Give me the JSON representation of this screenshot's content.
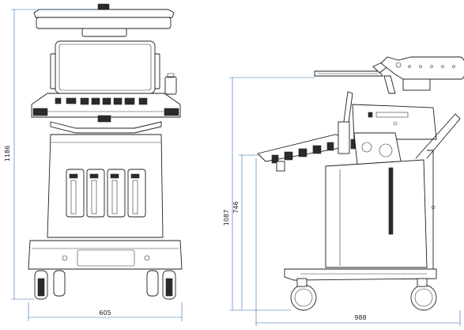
{
  "dimensions": {
    "front_width": "605",
    "front_height": "1186",
    "side_depth": "988",
    "side_height_max": "1087",
    "side_height_min": "746"
  },
  "colors": {
    "outline": "#1f1f1f",
    "dimension_line": "#2b6cb0"
  }
}
